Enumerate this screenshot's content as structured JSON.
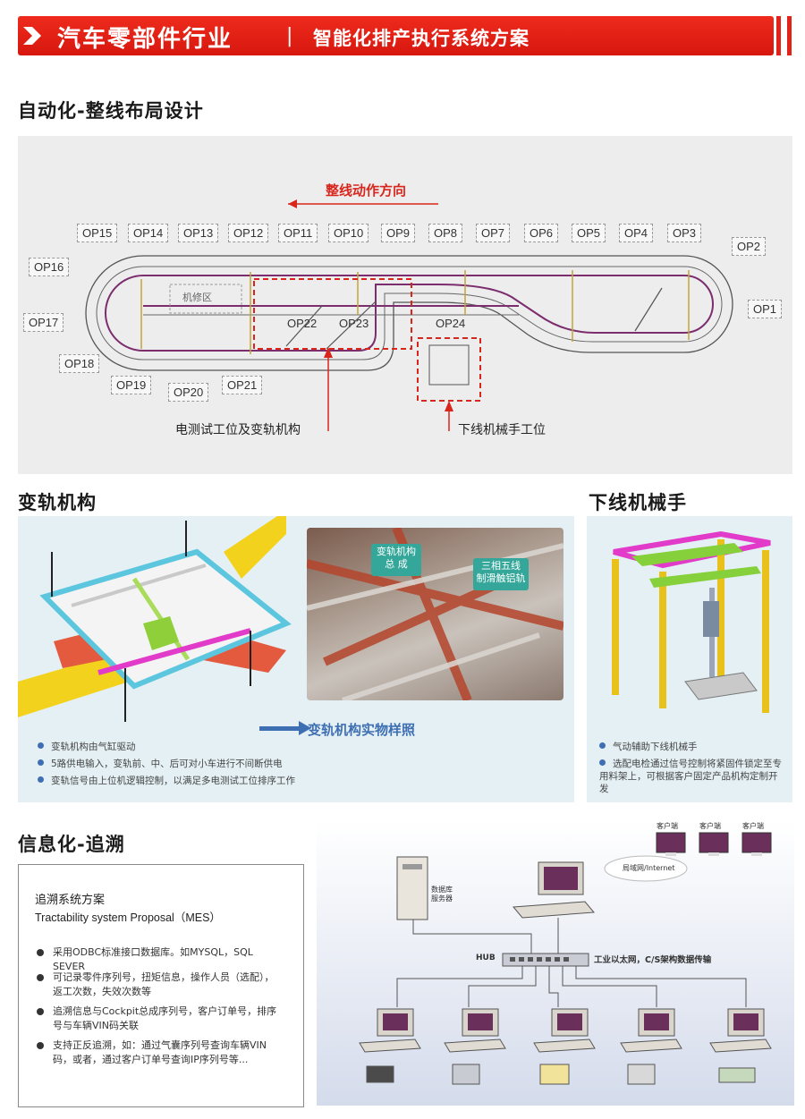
{
  "header": {
    "title": "汽车零部件行业",
    "separator": "|",
    "subtitle": "智能化排产执行系统方案",
    "accent_color": "#e3231a"
  },
  "section1": {
    "title": "自动化-整线布局设计",
    "direction_label": "整线动作方向",
    "stations": [
      "OP1",
      "OP2",
      "OP3",
      "OP4",
      "OP5",
      "OP6",
      "OP7",
      "OP8",
      "OP9",
      "OP10",
      "OP11",
      "OP12",
      "OP13",
      "OP14",
      "OP15",
      "OP16",
      "OP17",
      "OP18",
      "OP19",
      "OP20",
      "OP21",
      "OP22",
      "OP23",
      "OP24"
    ],
    "maintenance_area": "机修区",
    "callout_left": "电测试工位及变轨机构",
    "callout_right": "下线机械手工位"
  },
  "section2": {
    "title_left": "变轨机构",
    "title_right": "下线机械手",
    "photo_tag1": "变轨机构\n总 成",
    "photo_tag2": "三相五线\n制滑触铝轨",
    "photo_caption": "变轨机构实物样照",
    "bullets_left": [
      "变轨机构由气缸驱动",
      "5路供电输入，变轨前、中、后可对小车进行不间断供电",
      "变轨信号由上位机逻辑控制，以满足多电测试工位排序工作"
    ],
    "bullets_right": [
      "气动辅助下线机械手",
      "选配电检通过信号控制将紧固件锁定至专用料架上，可根据客户固定产品机构定制开发"
    ]
  },
  "section3": {
    "title": "信息化-追溯",
    "box_title": "追溯系统方案",
    "box_subtitle": "Tractability system Proposal（MES）",
    "items": [
      "采用ODBC标准接口数据库。如MYSQL，SQL SEVER",
      "可记录零件序列号，扭矩信息，操作人员（选配），返工次数，失效次数等",
      "追溯信息与Cockpit总成序列号，客户订单号，排序号与车辆VIN码关联",
      "支持正反追溯，如：通过气囊序列号查询车辆VIN码，或者，通过客户订单号查询IP序列号等..."
    ],
    "network": {
      "clients": [
        "客户端",
        "客户端",
        "客户端"
      ],
      "cloud_label": "局域网/Internet",
      "server_label": "数据库\n服务器",
      "hub_label": "HUB",
      "ethernet_label": "工业以太网，C/S架构数据传输"
    }
  }
}
